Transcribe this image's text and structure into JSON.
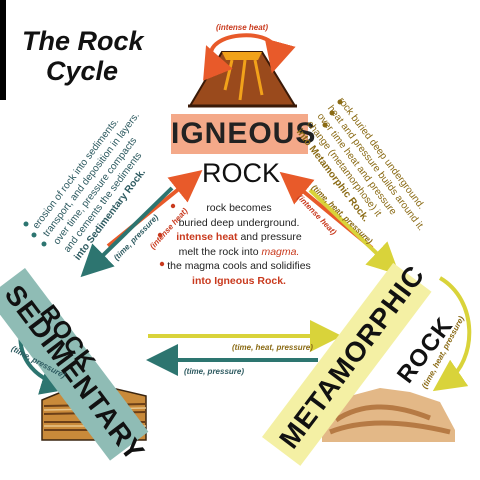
{
  "title": {
    "line1": "The Rock",
    "line2": "Cycle"
  },
  "igneous": {
    "label": "IGNEOUS",
    "sub": "ROCK"
  },
  "sedimentary": {
    "label": "SEDIMENTARY",
    "sub": "ROCK"
  },
  "metamorphic": {
    "label": "METAMORPHIC",
    "sub": "ROCK"
  },
  "center": {
    "line1": "rock becomes",
    "line2": "buried deep underground.",
    "line3_bold": "intense heat",
    "line3_rest": " and pressure",
    "line4_pre": "melt the rock into ",
    "line4_it": "magma.",
    "line5": "the magma cools and solidifies",
    "line6": "into Igneous Rock."
  },
  "left_notes": {
    "n1": "erosion of rock into sediments.",
    "n2": "transport, and deposition in layers.",
    "n3": "over time, pressure compacts",
    "n4": "and cements the sediments",
    "n5": "into Sedimentary Rock."
  },
  "right_notes": {
    "n1": "rock buried deep underground.",
    "n2": "heat and pressure builds around it.",
    "n3": "over time heat and pressure",
    "n4": "change (metamorphose) it",
    "n5": "into Metamorphic Rock."
  },
  "arrow_labels": {
    "top": "(intense heat)",
    "left_upper": "(intense heat)",
    "left_lower": "(time, pressure)",
    "right_upper": "(intense heat)",
    "right_lower": "(time, heat, pressure)",
    "bottom_upper": "(time, heat, pressure)",
    "bottom_lower": "(time, pressure)",
    "sed_loop": "(time, pressure)",
    "met_loop": "(time, heat, pressure)"
  },
  "colors": {
    "igneous": "#f4a989",
    "sedimentary": "#8fbcb5",
    "metamorphic": "#f4f0a4",
    "arrow_orange": "#e85a2a",
    "arrow_teal": "#2d7570",
    "arrow_yellow": "#d9d33a"
  }
}
